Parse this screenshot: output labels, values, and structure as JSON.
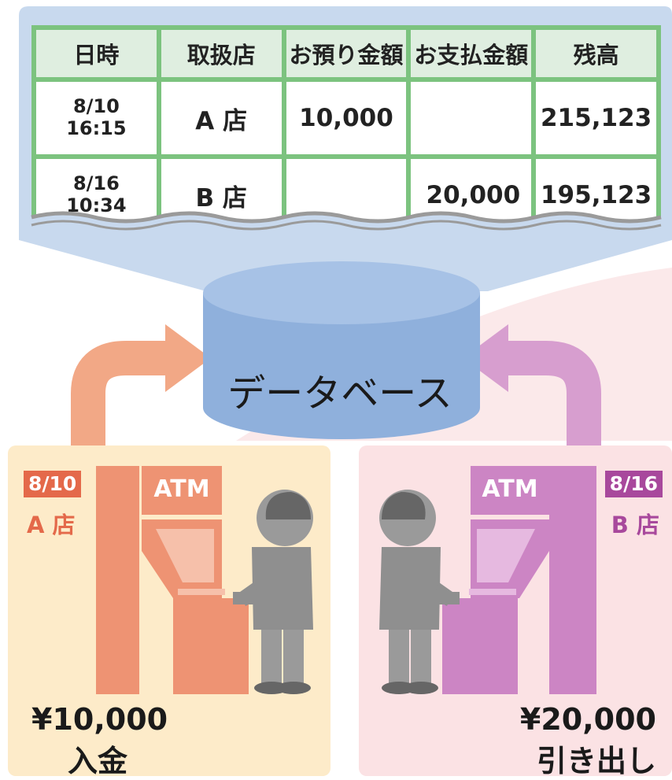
{
  "table": {
    "headers": [
      "日時",
      "取扱店",
      "お預り金額",
      "お支払金額",
      "残高"
    ],
    "rows": [
      {
        "date": "8/10",
        "time": "16:15",
        "shop": "A 店",
        "deposit": "10,000",
        "withdrawal": "",
        "balance": "215,123"
      },
      {
        "date": "8/16",
        "time": "10:34",
        "shop": "B 店",
        "deposit": "",
        "withdrawal": "20,000",
        "balance": "195,123"
      }
    ]
  },
  "database_label": "データベース",
  "left_panel": {
    "date_badge": "8/10",
    "shop": "A 店",
    "atm_label": "ATM",
    "amount": "¥10,000",
    "action": "入金"
  },
  "right_panel": {
    "date_badge": "8/16",
    "shop": "B 店",
    "atm_label": "ATM",
    "amount": "¥20,000",
    "action": "引き出し"
  },
  "colors": {
    "table_border": "#7cc37f",
    "table_header_bg": "#dfeee0",
    "top_bg": "#c8d9ee",
    "database": "#8fb0dc",
    "left_panel_bg": "#fdebc9",
    "left_accent": "#e98862",
    "right_panel_bg": "#fbe2e4",
    "right_accent": "#c87fbf"
  },
  "icons": [
    "database-cylinder",
    "arrow-up-right",
    "arrow-up-left",
    "atm-machine",
    "person"
  ]
}
